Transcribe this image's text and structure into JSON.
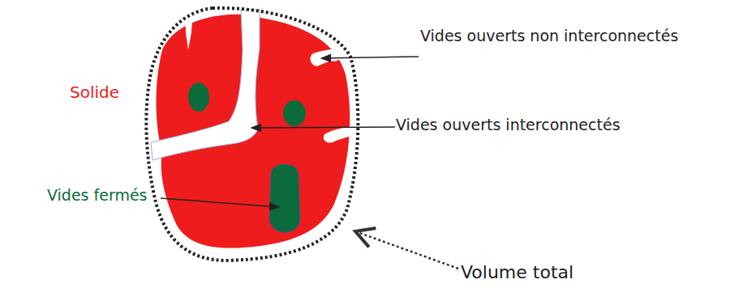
{
  "diagram": {
    "labels": [
      "Vides ouverts non interconnectés",
      "Solide",
      "Vides ouverts interconnectés",
      "Vides fermés",
      "Volume total"
    ]
  }
}
